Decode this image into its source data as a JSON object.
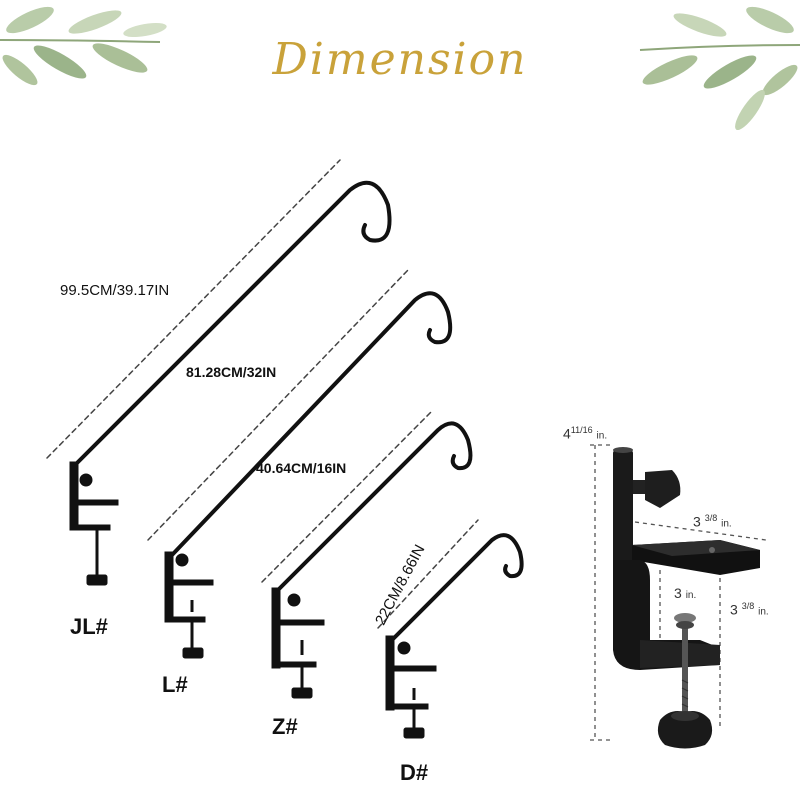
{
  "title": "Dimension",
  "hooks": [
    {
      "model": "JL#",
      "length": "99.5CM/39.17IN"
    },
    {
      "model": "L#",
      "length": "81.28CM/32IN"
    },
    {
      "model": "Z#",
      "length": "40.64CM/16IN"
    },
    {
      "model": "D#",
      "length": "22CM/8.66IN"
    }
  ],
  "clamp": {
    "height": {
      "whole": "4",
      "fraction": "11/16",
      "unit": "in."
    },
    "width": {
      "whole": "3",
      "fraction": "3/8",
      "unit": "in."
    },
    "throat": {
      "whole": "3",
      "unit": "in."
    },
    "depth": {
      "whole": "3",
      "fraction": "3/8",
      "unit": "in."
    }
  },
  "colors": {
    "title": "#c9a23a",
    "metal": "#111111",
    "leaf": "#9bb48a"
  },
  "icons": [
    "leaf-branch-icon",
    "shepherd-hook-icon",
    "c-clamp-icon"
  ]
}
